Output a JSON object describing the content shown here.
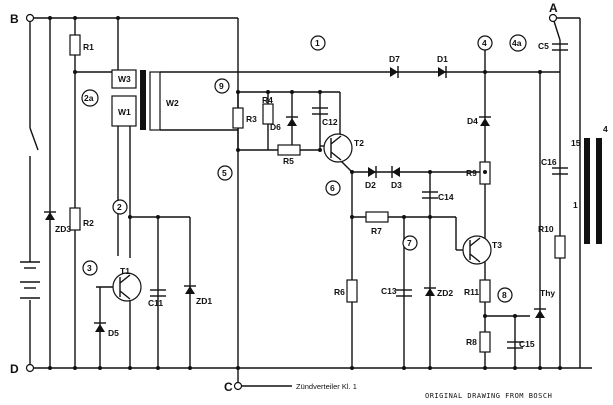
{
  "terminals": {
    "b": "B",
    "a": "A",
    "c": "C",
    "d": "D"
  },
  "nodes": [
    "1",
    "2",
    "2a",
    "3",
    "4",
    "4a",
    "5",
    "6",
    "7",
    "8",
    "9"
  ],
  "components": {
    "r1": "R1",
    "r2": "R2",
    "r3": "R3",
    "r4": "R4",
    "r5": "R5",
    "r6": "R6",
    "r7": "R7",
    "r8": "R8",
    "r9": "R9",
    "r10": "R10",
    "r11": "R11",
    "t1": "T1",
    "t2": "T2",
    "t3": "T3",
    "thy": "Thy",
    "d1": "D1",
    "d2": "D2",
    "d3": "D3",
    "d4": "D4",
    "d5": "D5",
    "d6": "D6",
    "d7": "D7",
    "zd1": "ZD1",
    "zd2": "ZD2",
    "zd3": "ZD3",
    "c5": "C5",
    "c11": "C11",
    "c12": "C12",
    "c13": "C13",
    "c14": "C14",
    "c15": "C15",
    "c16": "C16",
    "w1": "W1",
    "w2": "W2",
    "w3": "W3",
    "coil_15": "15",
    "coil_1": "1",
    "coil_4": "4"
  },
  "labels": {
    "distributor": "Zündverteiler Kl. 1",
    "credit": "ORIGINAL DRAWING FROM BOSCH"
  }
}
